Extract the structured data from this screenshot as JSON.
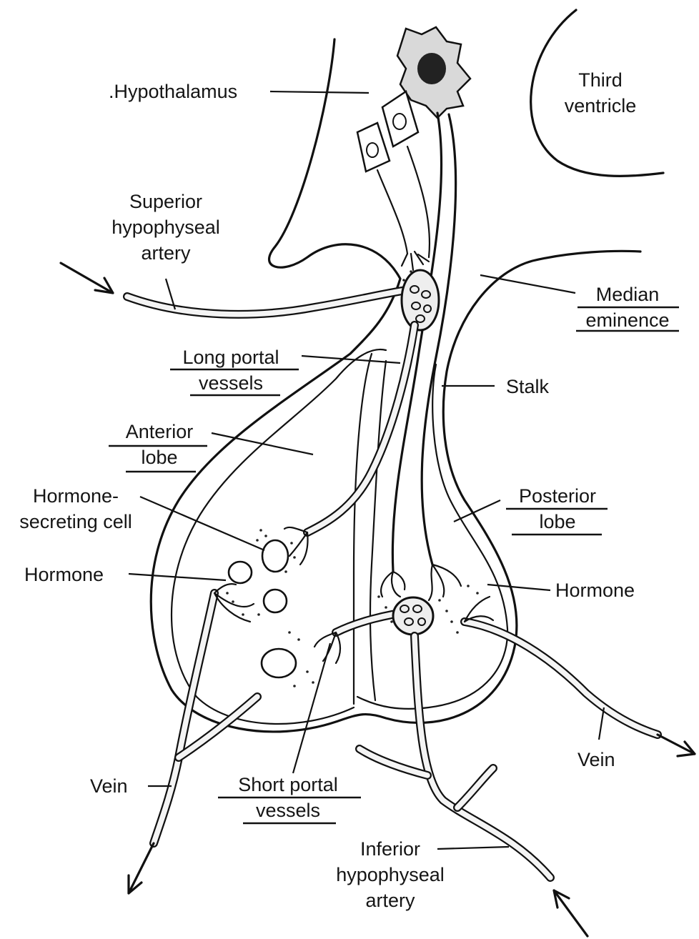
{
  "labels": {
    "hypothalamus": ".Hypothalamus",
    "third_ventricle": [
      "Third",
      "ventricle"
    ],
    "superior_artery": [
      "Superior",
      "hypophyseal",
      "artery"
    ],
    "median_eminence": [
      "Median",
      "eminence"
    ],
    "long_portal": [
      "Long portal",
      "vessels"
    ],
    "stalk": "Stalk",
    "anterior_lobe": [
      "Anterior",
      "lobe"
    ],
    "hormone_cell": [
      "Hormone-",
      "secreting cell"
    ],
    "posterior_lobe": [
      "Posterior",
      "lobe"
    ],
    "hormone_left": "Hormone",
    "hormone_right": "Hormone",
    "vein_left": "Vein",
    "vein_right": "Vein",
    "short_portal": [
      "Short portal",
      "vessels"
    ],
    "inferior_artery": [
      "Inferior",
      "hypophyseal",
      "artery"
    ]
  }
}
